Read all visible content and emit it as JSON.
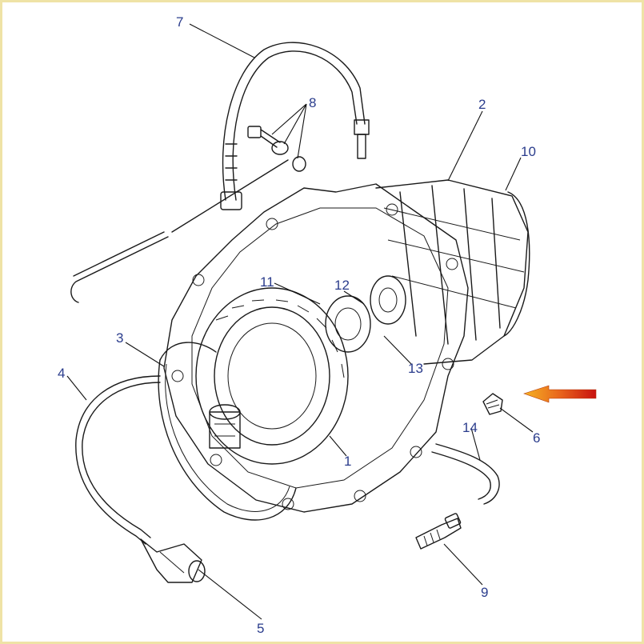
{
  "diagram": {
    "callouts": [
      {
        "id": "1",
        "text": "1"
      },
      {
        "id": "2",
        "text": "2"
      },
      {
        "id": "3",
        "text": "3"
      },
      {
        "id": "4",
        "text": "4"
      },
      {
        "id": "5",
        "text": "5"
      },
      {
        "id": "6",
        "text": "6"
      },
      {
        "id": "7",
        "text": "7"
      },
      {
        "id": "8",
        "text": "8"
      },
      {
        "id": "9",
        "text": "9"
      },
      {
        "id": "10",
        "text": "10"
      },
      {
        "id": "11",
        "text": "11"
      },
      {
        "id": "12",
        "text": "12"
      },
      {
        "id": "13",
        "text": "13"
      },
      {
        "id": "14",
        "text": "14"
      }
    ],
    "highlight_arrow": {
      "points_to": "6",
      "colors": [
        "#c8120f",
        "#f5b323"
      ]
    },
    "line_color": "#1a1a1a",
    "label_color": "#2a3c8c",
    "border_color": "#efe3a6"
  }
}
